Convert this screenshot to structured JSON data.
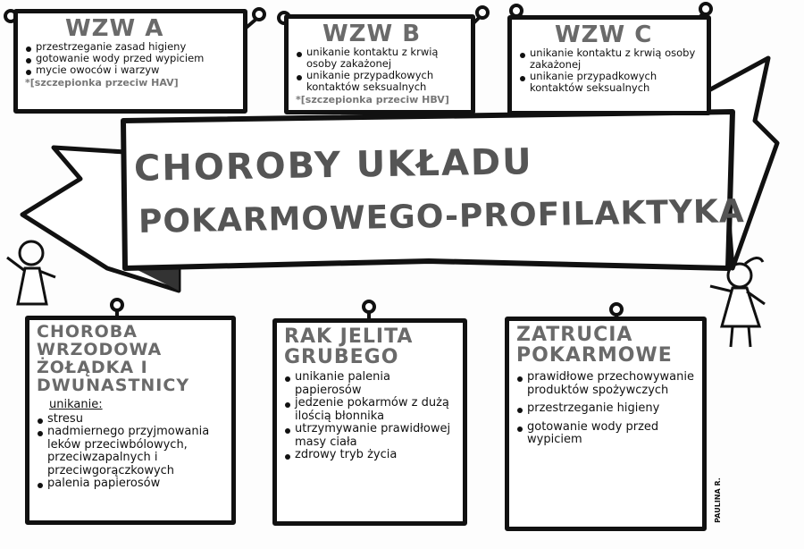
{
  "top_boxes": [
    {
      "title": "WZW A",
      "items": [
        "przestrzeganie zasad higieny",
        "gotowanie wody przed wypiciem",
        "mycie owoców i warzyw"
      ],
      "note": "*[szczepionka przeciw HAV]"
    },
    {
      "title": "WZW B",
      "items": [
        "unikanie kontaktu z krwią osoby zakażonej",
        "unikanie przypadkowych kontaktów seksualnych"
      ],
      "note": "*[szczepionka przeciw HBV]"
    },
    {
      "title": "WZW C",
      "items": [
        "unikanie kontaktu z krwią osoby zakażonej",
        "unikanie przypadkowych kontaktów seksualnych"
      ]
    }
  ],
  "banner": {
    "line1": "CHOROBY UKŁADU",
    "line2": "POKARMOWEGO-PROFILAKTYKA"
  },
  "bottom_boxes": [
    {
      "title": "CHOROBA WRZODOWA ŻOŁĄDKA I DWUNASTNICY",
      "subtitle": "unikanie:",
      "items": [
        "stresu",
        "nadmiernego przyjmowania leków przeciwbólowych, przeciwzapalnych i przeciwgorączkowych",
        "palenia papierosów"
      ]
    },
    {
      "title": "RAK JELITA GRUBEGO",
      "items": [
        "unikanie palenia papierosów",
        "jedzenie pokarmów z dużą ilością błonnika",
        "utrzymywanie prawidłowej masy ciała",
        "zdrowy tryb życia"
      ]
    },
    {
      "title": "ZATRUCIA POKARMOWE",
      "items": [
        "prawidłowe przechowywanie produktów spożywczych",
        "przestrzeganie higieny",
        "gotowanie wody przed wypiciem"
      ]
    }
  ],
  "signature": "PAULINA R.",
  "colors": {
    "ink": "#111111",
    "heading_gray": "#6a6a6a",
    "paper": "#fdfdfd"
  }
}
